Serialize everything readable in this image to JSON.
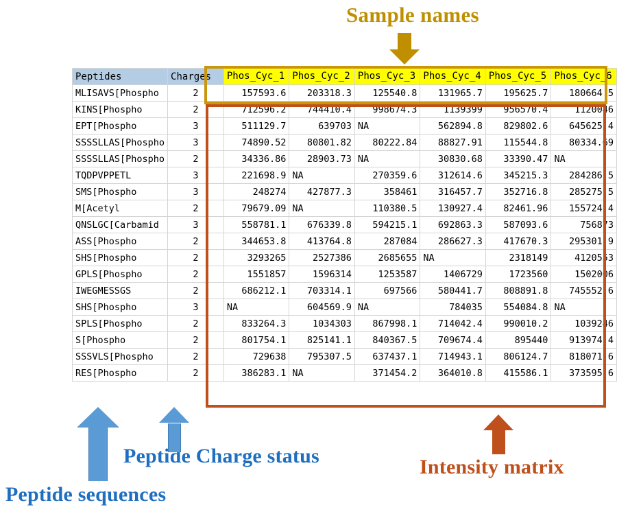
{
  "annotations": {
    "sample_names": "Sample names",
    "peptide_charge_status": "Peptide Charge status",
    "peptide_sequences": "Peptide sequences",
    "intensity_matrix": "Intensity matrix"
  },
  "colors": {
    "sample_names_accent": "#BF8F00",
    "sample_names_box_border": "#C9960C",
    "sample_header_fill": "#FFFF00",
    "blue_accent": "#1F6FC0",
    "blue_arrow": "#5B9BD5",
    "intensity_accent": "#C0501B",
    "table_header_fill": "#B4CDE4",
    "grid_line": "#D4D4D4"
  },
  "table": {
    "headers": [
      "Peptides",
      "Charges",
      "Phos_Cyc_1",
      "Phos_Cyc_2",
      "Phos_Cyc_3",
      "Phos_Cyc_4",
      "Phos_Cyc_5",
      "Phos_Cyc_6"
    ],
    "rows": [
      {
        "peptide": "MLISAVS[Phospho",
        "charge": "2",
        "values": [
          "157593.6",
          "203318.3",
          "125540.8",
          "131965.7",
          "195625.7",
          "180664.5"
        ]
      },
      {
        "peptide": "KINS[Phospho",
        "charge": "2",
        "values": [
          "712596.2",
          "744410.4",
          "998674.3",
          "1139399",
          "956570.4",
          "1120046"
        ]
      },
      {
        "peptide": "EPT[Phospho",
        "charge": "3",
        "values": [
          "511129.7",
          "639703",
          "NA",
          "562894.8",
          "829802.6",
          "645625.4"
        ]
      },
      {
        "peptide": "SSSSLLAS[Phospho",
        "charge": "3",
        "values": [
          "74890.52",
          "80801.82",
          "80222.84",
          "88827.91",
          "115544.8",
          "80334.69"
        ]
      },
      {
        "peptide": "SSSSLLAS[Phospho",
        "charge": "2",
        "values": [
          "34336.86",
          "28903.73",
          "NA",
          "30830.68",
          "33390.47",
          "NA"
        ]
      },
      {
        "peptide": "TQDPVPPETL",
        "charge": "3",
        "values": [
          "221698.9",
          "NA",
          "270359.6",
          "312614.6",
          "345215.3",
          "284286.5"
        ]
      },
      {
        "peptide": "SMS[Phospho",
        "charge": "3",
        "values": [
          "248274",
          "427877.3",
          "358461",
          "316457.7",
          "352716.8",
          "285275.5"
        ]
      },
      {
        "peptide": "M[Acetyl",
        "charge": "2",
        "values": [
          "79679.09",
          "NA",
          "110380.5",
          "130927.4",
          "82461.96",
          "155724.4"
        ]
      },
      {
        "peptide": "QNSLGC[Carbamid",
        "charge": "3",
        "values": [
          "558781.1",
          "676339.8",
          "594215.1",
          "692863.3",
          "587093.6",
          "756873"
        ]
      },
      {
        "peptide": "ASS[Phospho",
        "charge": "2",
        "values": [
          "344653.8",
          "413764.8",
          "287084",
          "286627.3",
          "417670.3",
          "295301.9"
        ]
      },
      {
        "peptide": "SHS[Phospho",
        "charge": "2",
        "values": [
          "3293265",
          "2527386",
          "2685655",
          "NA",
          "2318149",
          "4120553"
        ]
      },
      {
        "peptide": "GPLS[Phospho",
        "charge": "2",
        "values": [
          "1551857",
          "1596314",
          "1253587",
          "1406729",
          "1723560",
          "1502006"
        ]
      },
      {
        "peptide": "IWEGMESSGS",
        "charge": "2",
        "values": [
          "686212.1",
          "703314.1",
          "697566",
          "580441.7",
          "808891.8",
          "745552.6"
        ]
      },
      {
        "peptide": "SHS[Phospho",
        "charge": "3",
        "values": [
          "NA",
          "604569.9",
          "NA",
          "784035",
          "554084.8",
          "NA"
        ]
      },
      {
        "peptide": "SPLS[Phospho",
        "charge": "2",
        "values": [
          "833264.3",
          "1034303",
          "867998.1",
          "714042.4",
          "990010.2",
          "1039246"
        ]
      },
      {
        "peptide": "S[Phospho",
        "charge": "2",
        "values": [
          "801754.1",
          "825141.1",
          "840367.5",
          "709674.4",
          "895440",
          "913974.4"
        ]
      },
      {
        "peptide": "SSSVLS[Phospho",
        "charge": "2",
        "values": [
          "729638",
          "795307.5",
          "637437.1",
          "714943.1",
          "806124.7",
          "818071.6"
        ]
      },
      {
        "peptide": "RES[Phospho",
        "charge": "2",
        "values": [
          "386283.1",
          "NA",
          "371454.2",
          "364010.8",
          "415586.1",
          "373595.6"
        ]
      }
    ]
  }
}
